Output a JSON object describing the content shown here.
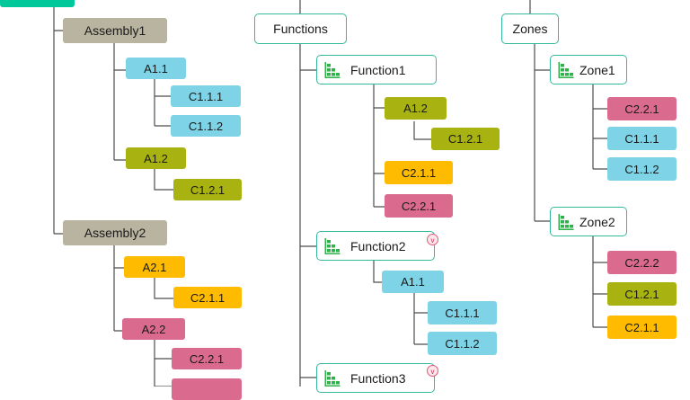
{
  "assemblies": [
    {
      "label": "Assembly1",
      "children": [
        {
          "label": "A1.1",
          "children": [
            "C1.1.1",
            "C1.1.2"
          ]
        },
        {
          "label": "A1.2",
          "children": [
            "C1.2.1"
          ]
        }
      ]
    },
    {
      "label": "Assembly2",
      "children": [
        {
          "label": "A2.1",
          "children": [
            "C2.1.1"
          ]
        },
        {
          "label": "A2.2",
          "children": [
            "C2.2.1"
          ]
        }
      ]
    }
  ],
  "functions": {
    "header": "Functions",
    "items": [
      {
        "label": "Function1",
        "children": [
          {
            "label": "A1.2",
            "children": [
              "C1.2.1"
            ]
          },
          {
            "label": "C2.1.1"
          },
          {
            "label": "C2.2.1"
          }
        ]
      },
      {
        "label": "Function2",
        "badge": "v",
        "children": [
          {
            "label": "A1.1",
            "children": [
              "C1.1.1",
              "C1.1.2"
            ]
          }
        ]
      },
      {
        "label": "Function3",
        "badge": "v"
      }
    ]
  },
  "zones": {
    "header": "Zones",
    "items": [
      {
        "label": "Zone1",
        "children": [
          "C2.2.1",
          "C1.1.1",
          "C1.1.2"
        ]
      },
      {
        "label": "Zone2",
        "children": [
          "C2.2.2",
          "C1.2.1",
          "C2.1.1"
        ]
      }
    ]
  },
  "colors": {
    "line": "#4d4d4d",
    "assembly": "#b8b4a0",
    "blue": "#7ed3e6",
    "olive": "#a8b311",
    "orange": "#ffbb00",
    "pink": "#db6a8f",
    "root_green": "#00c89b",
    "frame_teal": "#35b99c",
    "icon_green": "#2fb24a"
  },
  "icons": {
    "function": "bar-chart-icon",
    "zone": "bar-chart-icon",
    "badge": "variant-badge-icon"
  }
}
